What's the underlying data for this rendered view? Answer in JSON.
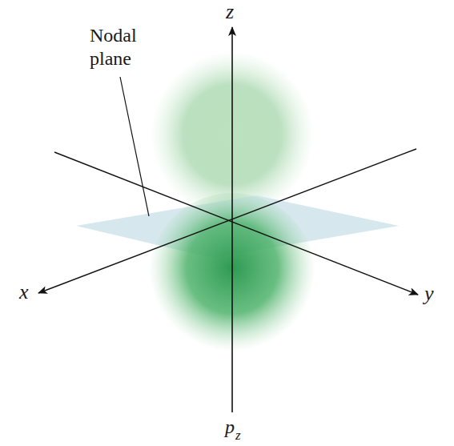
{
  "diagram": {
    "labels": [
      "Nodal plane",
      "z",
      "x",
      "y",
      "p",
      "z"
    ]
  }
}
